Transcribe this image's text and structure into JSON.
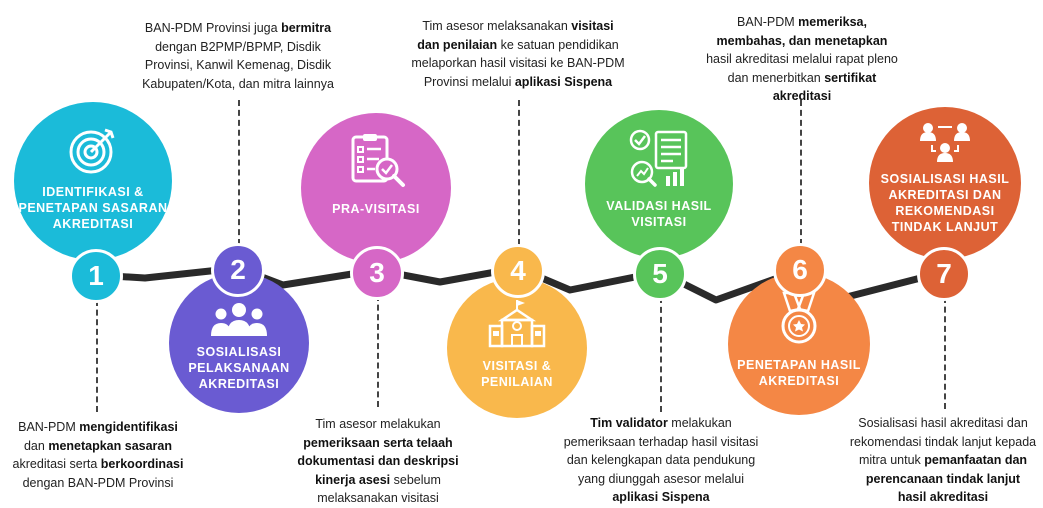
{
  "steps": [
    {
      "number": "1",
      "title_lines": [
        "IDENTIFIKASI &",
        "PENETAPAN SASARAN",
        "AKREDITASI"
      ],
      "color": "#1bbbd9",
      "icon": "target-icon",
      "desc": [
        [
          "BAN-PDM ",
          {
            "b": "mengidentifikasi"
          }
        ],
        [
          "dan ",
          {
            "b": "menetapkan sasaran"
          }
        ],
        [
          "akreditasi serta ",
          {
            "b": "berkoordinasi"
          }
        ],
        [
          "dengan BAN-PDM Provinsi"
        ]
      ]
    },
    {
      "number": "2",
      "title_lines": [
        "SOSIALISASI",
        "PELAKSANAAN",
        "AKREDITASI"
      ],
      "color": "#6a5bd2",
      "icon": "people-group-icon",
      "desc": [
        [
          "BAN-PDM Provinsi juga ",
          {
            "b": "bermitra"
          }
        ],
        [
          "dengan B2PMP/BPMP, Disdik"
        ],
        [
          "Provinsi, Kanwil Kemenag, Disdik"
        ],
        [
          "Kabupaten/Kota, dan mitra lainnya"
        ]
      ]
    },
    {
      "number": "3",
      "title_lines": [
        "PRA-VISITASI"
      ],
      "color": "#d667c6",
      "icon": "document-search-icon",
      "desc": [
        [
          "Tim asesor melakukan"
        ],
        [
          {
            "b": "pemeriksaan serta telaah"
          }
        ],
        [
          {
            "b": "dokumentasi dan deskripsi"
          }
        ],
        [
          {
            "b": "kinerja asesi"
          },
          " sebelum"
        ],
        [
          "melaksanakan visitasi"
        ]
      ]
    },
    {
      "number": "4",
      "title_lines": [
        "VISITASI &",
        "PENILAIAN"
      ],
      "color": "#f9b84c",
      "icon": "school-building-icon",
      "desc": [
        [
          "Tim asesor melaksanakan ",
          {
            "b": "visitasi"
          }
        ],
        [
          {
            "b": "dan penilaian"
          },
          " ke satuan pendidikan"
        ],
        [
          "melaporkan hasil visitasi ke BAN-PDM"
        ],
        [
          "Provinsi melalui ",
          {
            "b": "aplikasi Sispena"
          }
        ]
      ]
    },
    {
      "number": "5",
      "title_lines": [
        "VALIDASI HASIL",
        "VISITASI"
      ],
      "color": "#58c45a",
      "icon": "checklist-analytics-icon",
      "desc": [
        [
          {
            "b": "Tim validator"
          },
          " melakukan"
        ],
        [
          "pemeriksaan terhadap hasil visitasi"
        ],
        [
          "dan kelengkapan data pendukung"
        ],
        [
          "yang diunggah asesor melalui"
        ],
        [
          {
            "b": "aplikasi Sispena"
          }
        ]
      ]
    },
    {
      "number": "6",
      "title_lines": [
        "PENETAPAN HASIL",
        "AKREDITASI"
      ],
      "color": "#f48745",
      "icon": "medal-icon",
      "desc": [
        [
          "BAN-PDM ",
          {
            "b": "memeriksa,"
          }
        ],
        [
          {
            "b": "membahas, dan menetapkan"
          }
        ],
        [
          "hasil akreditasi melalui rapat pleno"
        ],
        [
          "dan menerbitkan ",
          {
            "b": "sertifikat"
          }
        ],
        [
          {
            "b": "akreditasi"
          }
        ]
      ]
    },
    {
      "number": "7",
      "title_lines": [
        "SOSIALISASI HASIL",
        "AKREDITASI DAN",
        "REKOMENDASI",
        "TINDAK LANJUT"
      ],
      "color": "#dd6236",
      "icon": "team-network-icon",
      "desc": [
        [
          "Sosialisasi hasil akreditasi dan"
        ],
        [
          "rekomendasi tindak lanjut kepada"
        ],
        [
          "mitra untuk ",
          {
            "b": "pemanfaatan dan"
          }
        ],
        [
          {
            "b": "perencanaan tindak lanjut"
          }
        ],
        [
          {
            "b": "hasil akreditasi"
          }
        ]
      ]
    }
  ],
  "line_color": "#2a2a2a"
}
